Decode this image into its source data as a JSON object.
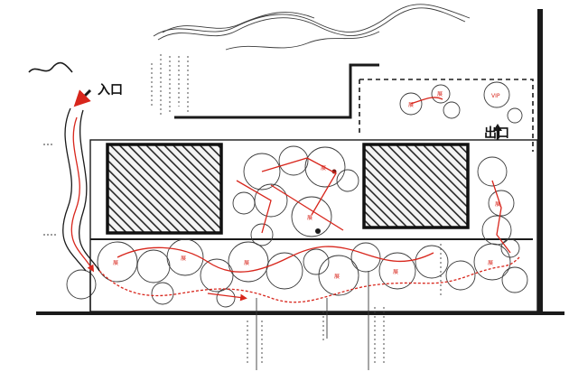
{
  "labels": {
    "entrance": "入口",
    "exit": "出口",
    "vip": "VIP"
  },
  "notes": {
    "top_left": "",
    "bottom": []
  },
  "colors": {
    "ink": "#1a1a1a",
    "flow": "#d8261c",
    "paper": "#ffffff"
  }
}
